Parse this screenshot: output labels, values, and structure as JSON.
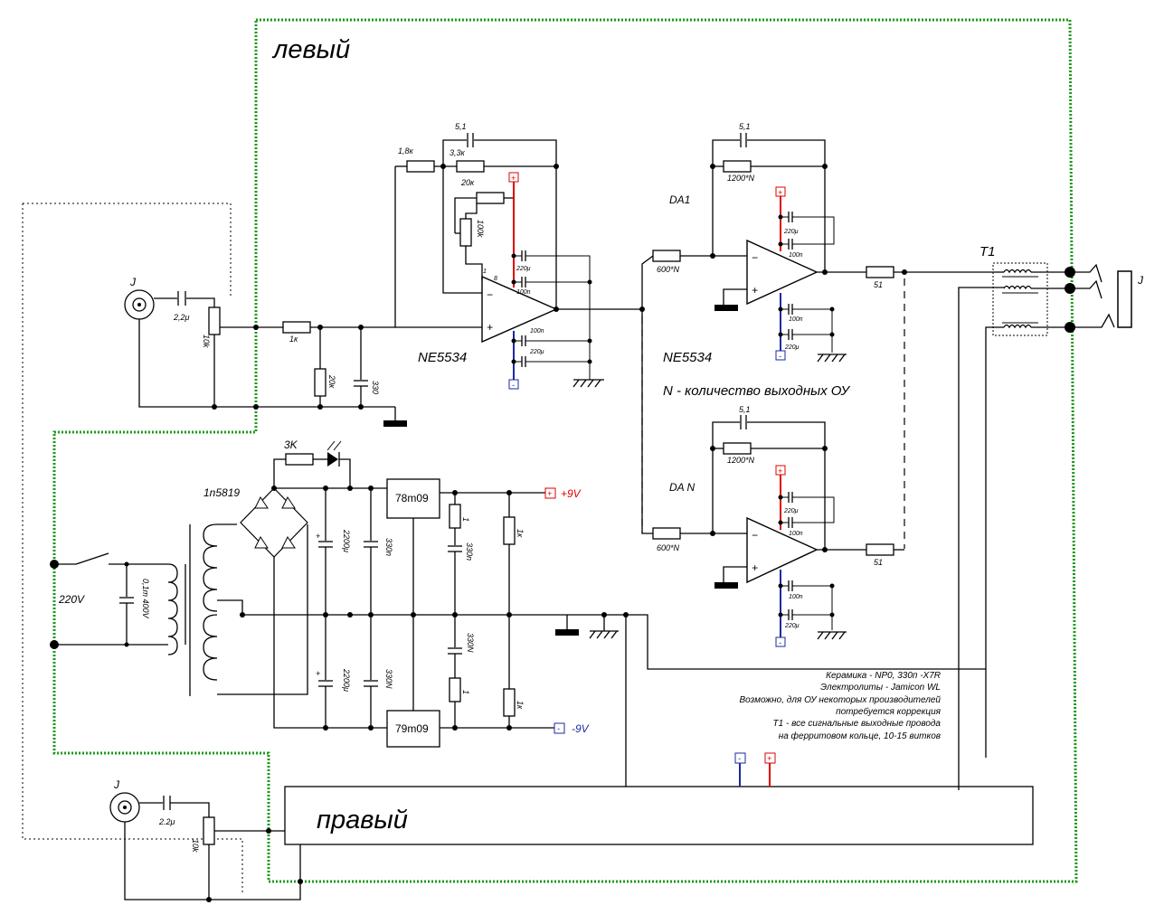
{
  "sections": {
    "left": "левый",
    "right": "правый"
  },
  "jacks": {
    "input_left": "J",
    "input_right": "J",
    "output": "J"
  },
  "opamps": {
    "input": "NE5534",
    "output": "NE5534",
    "da1": "DA1",
    "dan": "DA N",
    "pin1": "1",
    "pin8": "8"
  },
  "note_n": "N - количество выходных ОУ",
  "transformer_out": "T1",
  "resistors": {
    "r_1k": "1к",
    "r_20k_in": "20к",
    "r_1_8k": "1,8к",
    "r_3_3k": "3,3к",
    "r_20k_fb": "20к",
    "r_100k": "100k",
    "r_10k_l": "10k",
    "r_10k_r": "10k",
    "r_600n_1": "600*N",
    "r_600n_2": "600*N",
    "r_1200n_1": "1200*N",
    "r_1200n_2": "1200*N",
    "r_51_1": "51",
    "r_51_2": "51",
    "r_3k": "3K",
    "r_1_top": "1",
    "r_1_bot": "1",
    "r_1k_top": "1к",
    "r_1k_bot": "1к"
  },
  "capacitors": {
    "c_2_2u_l": "2,2μ",
    "c_2_2u_r": "2.2μ",
    "c_330": "330",
    "c_5_1_a": "5,1",
    "c_5_1_b": "5,1",
    "c_5_1_c": "5,1",
    "c_220u": "220μ",
    "c_100n": "100n",
    "c_2200u_top": "2200μ",
    "c_2200u_bot": "2200μ",
    "c_330n_a": "330n",
    "c_330n_b": "330n",
    "c_330N_a": "330N",
    "c_330N_b": "330N",
    "c_mains": "0,1m 400V"
  },
  "power": {
    "mains": "220V",
    "bridge": "1n5819",
    "reg_pos": "78m09",
    "reg_neg": "79m09",
    "vpos": "+9V",
    "vneg": "-9V",
    "plus": "+",
    "minus": "-"
  },
  "notes": [
    "Керамика - NP0, 330п -X7R",
    "Электролиты - Jamicon WL",
    "Возможно, для ОУ некоторых производителей",
    "потребуется коррекция",
    "T1 - все сигнальные выходные провода",
    "на ферритовом кольце, 10-15 витков"
  ],
  "colors": {
    "green_border": "#1a9a1a",
    "positive_rail": "#dd0000",
    "negative_rail": "#1a2aa0"
  }
}
